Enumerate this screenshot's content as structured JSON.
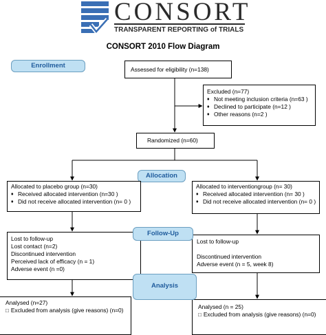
{
  "logo": {
    "wordmark": "CONSORT",
    "tagline": "TRANSPARENT REPORTING of TRIALS"
  },
  "title": "CONSORT 2010 Flow Diagram",
  "stages": {
    "enrollment": "Enrollment",
    "allocation": "Allocation",
    "followup": "Follow-Up",
    "analysis": "Analysis"
  },
  "eligibility": "Assessed for eligibility (n=138)",
  "excluded": {
    "title": "Excluded (n=77)",
    "items": [
      "Not meeting inclusion criteria (n=63 )",
      "Declined to participate (n=12 )",
      "Other reasons (n=2 )"
    ]
  },
  "randomized": "Randomized (n=60)",
  "allocation_left": {
    "title": "Allocated to placebo group (n=30)",
    "items": [
      "Received allocated intervention (n=30 )",
      "Did not receive allocated intervention (n= 0 )"
    ]
  },
  "allocation_right": {
    "title": "Allocated to interventiongroup (n= 30)",
    "items": [
      "Received allocated intervention (n= 30 )",
      "Did not receive allocated intervention (n= 0 )"
    ]
  },
  "followup_left": {
    "lines": [
      "Lost to follow-up",
      "Lost contact (n=2)",
      "Discontinued intervention",
      "Perceived lack of efficacy (n = 1)",
      "Adverse event (n =0)"
    ]
  },
  "followup_right": {
    "lines": [
      "Lost to follow-up",
      "",
      "Discontinued intervention",
      "Adverse event (n = 5, week 8)"
    ]
  },
  "analysis_left": {
    "title": "Analysed (n=27)",
    "item": "Excluded from analysis (give reasons) (n=0)"
  },
  "analysis_right": {
    "title": "Analysed (n = 25)",
    "item": "Excluded from analysis (give reasons) (n=0)"
  }
}
